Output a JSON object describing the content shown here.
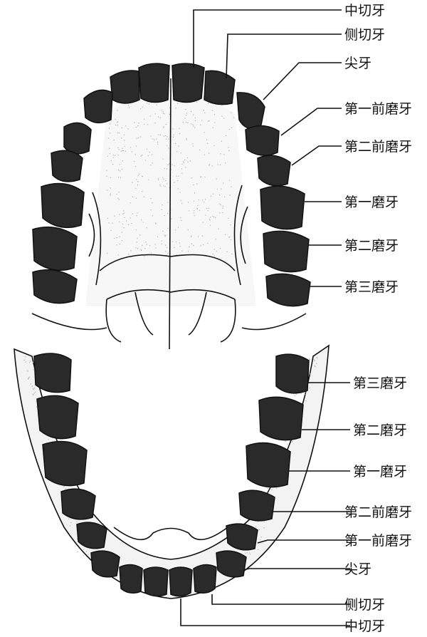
{
  "upper": {
    "labels": [
      "中切牙",
      "侧切牙",
      "尖牙",
      "第一前磨牙",
      "第二前磨牙",
      "第一磨牙",
      "第二磨牙",
      "第三磨牙"
    ]
  },
  "lower": {
    "labels": [
      "第三磨牙",
      "第二磨牙",
      "第一磨牙",
      "第二前磨牙",
      "第一前磨牙",
      "尖牙",
      "侧切牙",
      "中切牙"
    ]
  }
}
